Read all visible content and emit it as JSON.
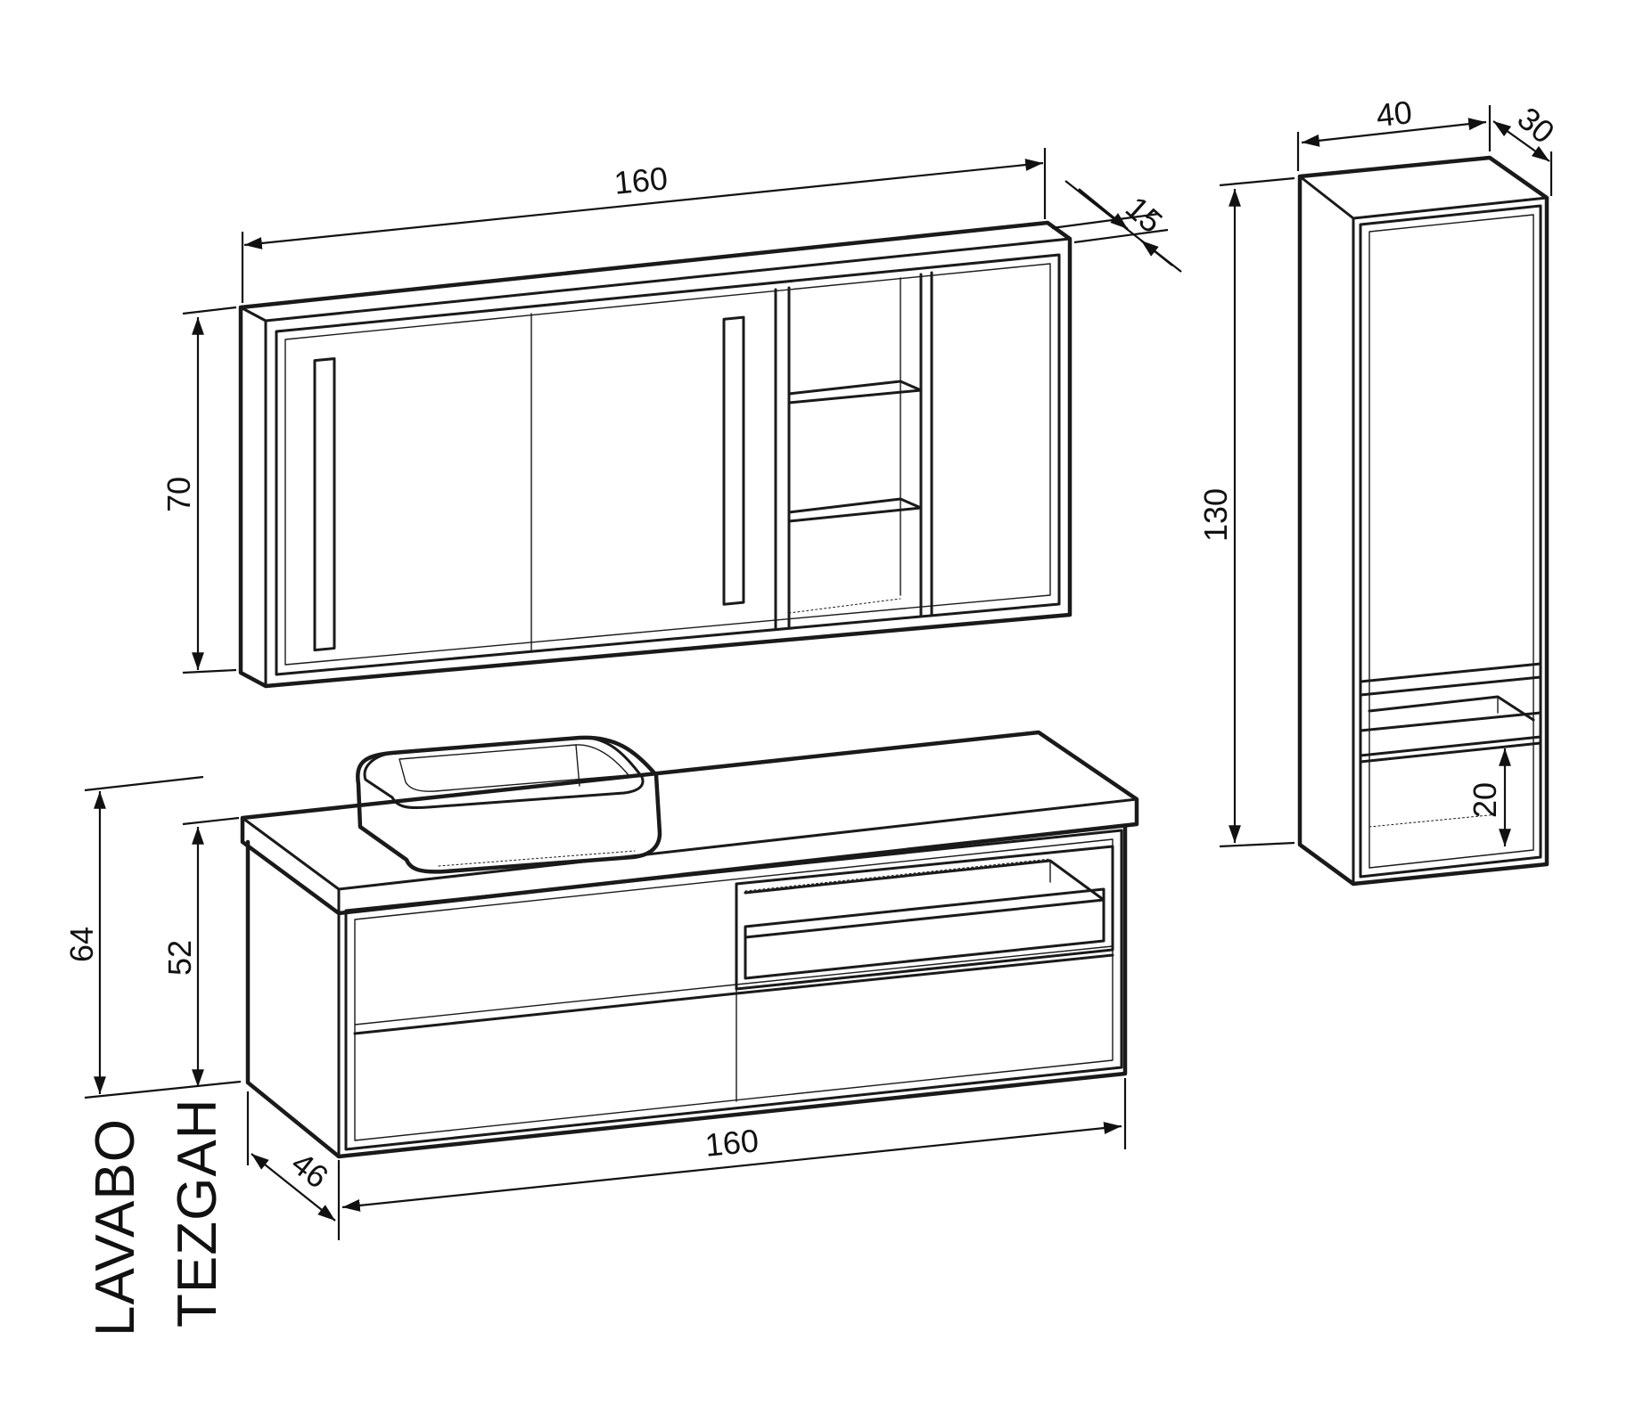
{
  "mirror_cabinet": {
    "width": "160",
    "depth": "15",
    "height": "70"
  },
  "vanity": {
    "height_total": "64",
    "height_body": "52",
    "width": "160",
    "depth": "46"
  },
  "tall_cabinet": {
    "width": "40",
    "depth": "30",
    "height": "130",
    "niche_height": "20"
  },
  "labels": {
    "line1": "LAVABO",
    "line2": "TEZGAH"
  },
  "colors": {
    "line": "#1a1a1a",
    "background": "#ffffff"
  }
}
